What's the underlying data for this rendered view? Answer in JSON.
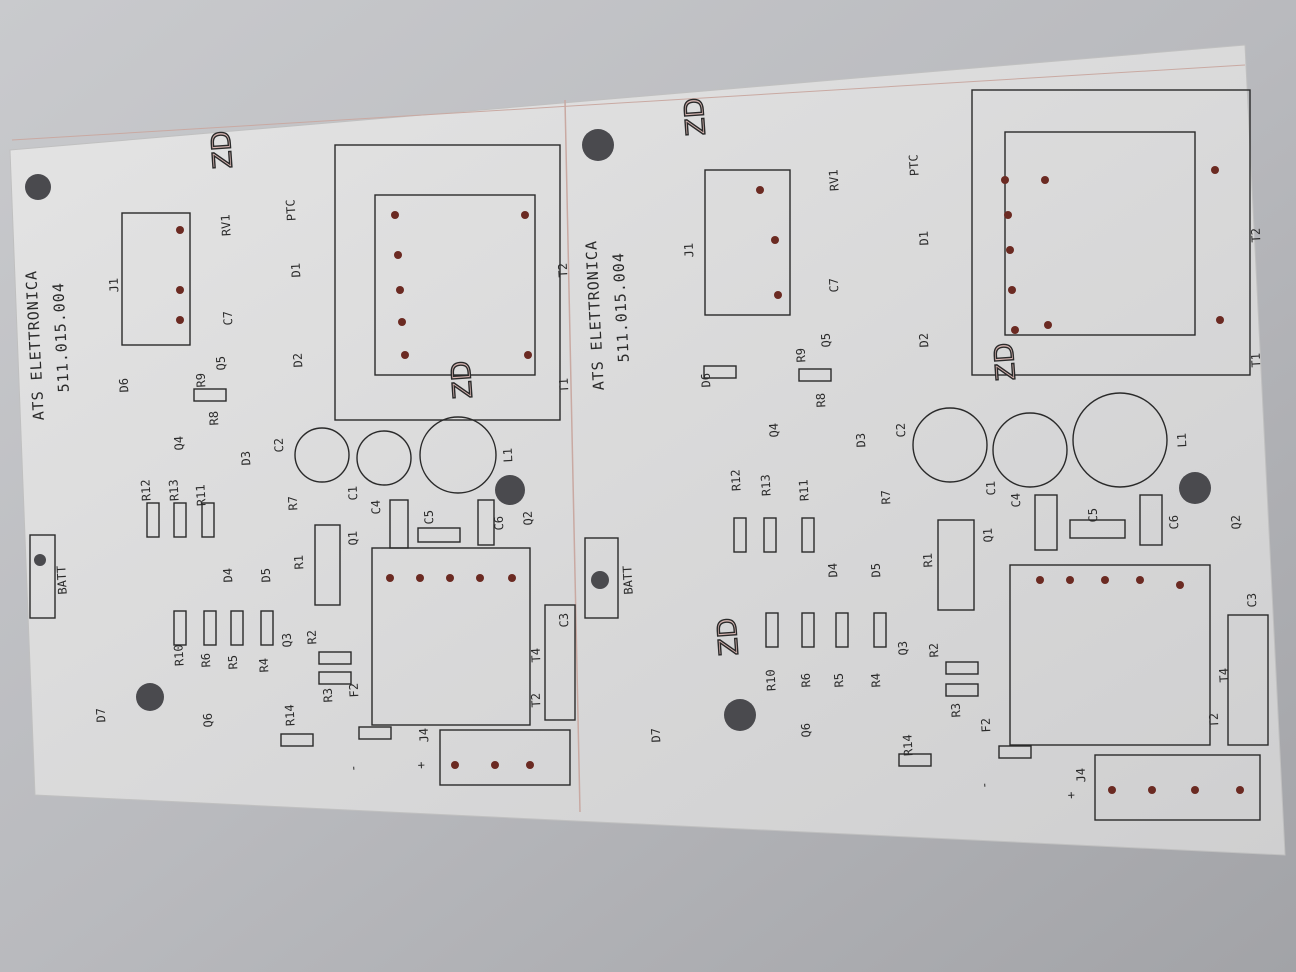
{
  "board": {
    "manufacturer": "ATS ELETTRONICA",
    "part_number": "511.015.004",
    "colors": {
      "board": "#dcdcdc",
      "silkscreen": "#2a2a2a",
      "pads": "#6b2a22",
      "background": "#b4b5b9"
    }
  },
  "left_panel": {
    "labels": [
      "J1",
      "RV1",
      "PTC",
      "D1",
      "D2",
      "C7",
      "Q5",
      "R9",
      "D6",
      "R8",
      "Q4",
      "D3",
      "C2",
      "T2",
      "T1",
      "L1",
      "C1",
      "C4",
      "C5",
      "C6",
      "Q2",
      "Q1",
      "R12",
      "R13",
      "R11",
      "D4",
      "R7",
      "D5",
      "R1",
      "BATT",
      "R10",
      "R6",
      "R5",
      "R4",
      "Q3",
      "R2",
      "R3",
      "F2",
      "R14",
      "D7",
      "Q6",
      "J4",
      "+",
      "-",
      "T4",
      "T2",
      "C3"
    ]
  },
  "right_panel": {
    "labels": [
      "J1",
      "RV1",
      "PTC",
      "D1",
      "D2",
      "C7",
      "Q5",
      "R9",
      "D6",
      "R8",
      "Q4",
      "D3",
      "C2",
      "T2",
      "T1",
      "L1",
      "C1",
      "C4",
      "C5",
      "C6",
      "Q2",
      "Q1",
      "R12",
      "R13",
      "R11",
      "D4",
      "R7",
      "D5",
      "R1",
      "BATT",
      "R10",
      "R6",
      "R5",
      "R4",
      "Q3",
      "R2",
      "R3",
      "F2",
      "R14",
      "D7",
      "Q6",
      "J4",
      "+",
      "-",
      "T4",
      "T2",
      "C3"
    ]
  }
}
